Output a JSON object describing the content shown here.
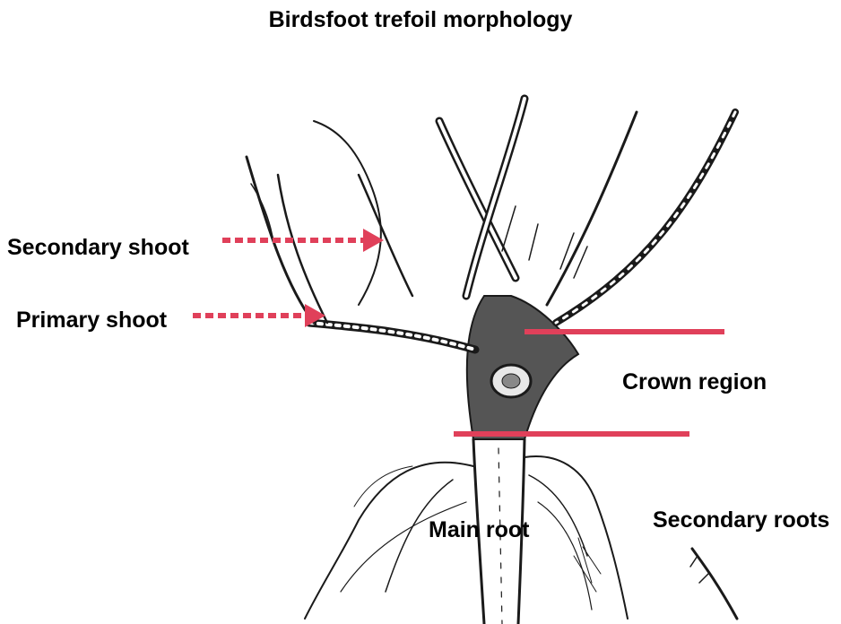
{
  "title": "Birdsfoot trefoil morphology",
  "labels": {
    "secondary_shoot": "Secondary shoot",
    "primary_shoot": "Primary shoot",
    "crown_region": "Crown region",
    "main_root": "Main root",
    "secondary_roots": "Secondary roots"
  },
  "colors": {
    "annotation": "#e0405a",
    "ink": "#1a1a1a",
    "background": "#ffffff"
  }
}
